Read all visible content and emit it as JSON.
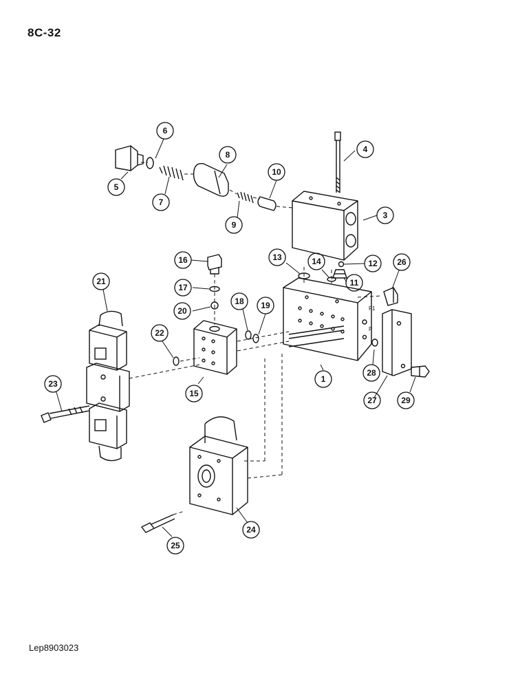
{
  "header": {
    "page_number": "8C-32"
  },
  "footer": {
    "reference": "Lep8903023"
  },
  "callouts": [
    "1",
    "3",
    "4",
    "5",
    "6",
    "7",
    "8",
    "9",
    "10",
    "11",
    "12",
    "13",
    "14",
    "15",
    "16",
    "17",
    "18",
    "19",
    "20",
    "21",
    "22",
    "23",
    "24",
    "25",
    "26",
    "27",
    "28",
    "29"
  ],
  "block_marks": {
    "f1": "F1",
    "p": "P"
  }
}
